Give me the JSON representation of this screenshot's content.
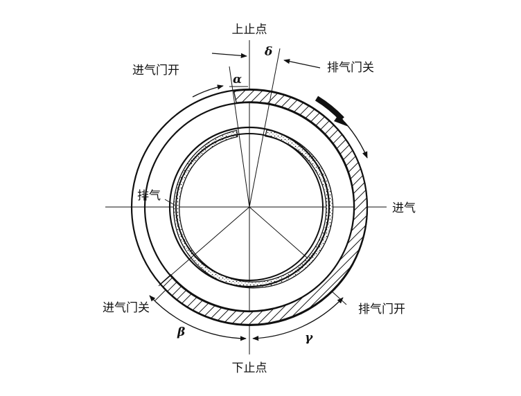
{
  "labels": {
    "tdc": "上止点",
    "bdc": "下止点",
    "exhaust_side": "排气",
    "intake_side": "进气",
    "intake_open": "进气门开",
    "intake_close": "进气门关",
    "exhaust_open": "排气门开",
    "exhaust_close": "排气门关"
  },
  "angles": {
    "alpha": "α",
    "beta": "β",
    "gamma": "γ",
    "delta": "δ"
  },
  "colors": {
    "ink": "#111111",
    "background": "#ffffff"
  }
}
